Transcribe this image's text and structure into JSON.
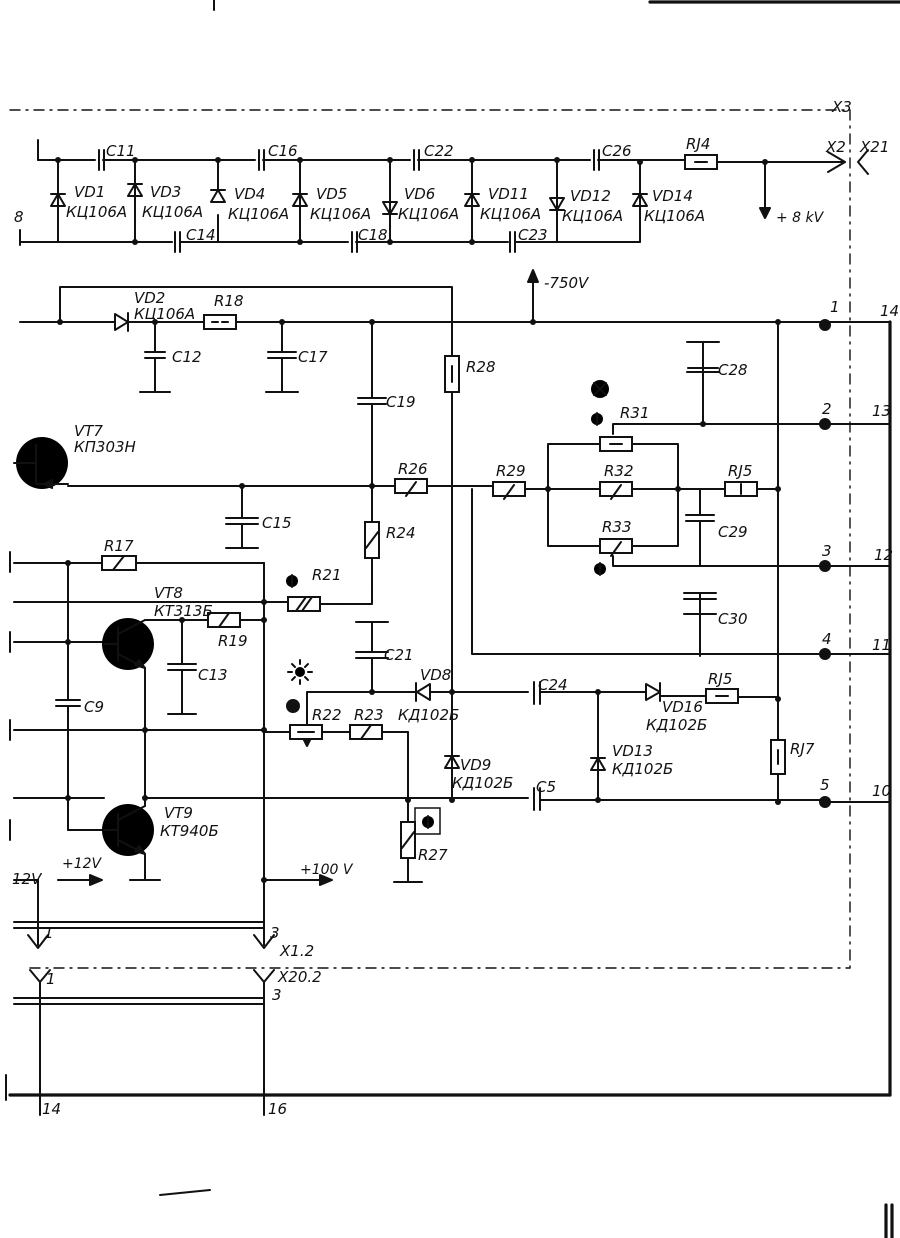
{
  "connectors": {
    "x3": "X3",
    "x2": "X2",
    "x21": "X21",
    "x1_2": "X1.2",
    "x20_2": "X20.2"
  },
  "voltages": {
    "plus_8kv": "+ 8 kV",
    "minus_750v": "-750V",
    "plus_12v": "+12V",
    "left_12v": "12V",
    "plus_100v": "+100 V"
  },
  "diodes": {
    "vd1": "VD1",
    "vd3": "VD3",
    "vd4": "VD4",
    "vd5": "VD5",
    "vd6": "VD6",
    "vd11": "VD11",
    "vd12": "VD12",
    "vd14": "VD14",
    "vd2": "VD2",
    "vd8": "VD8",
    "vd9": "VD9",
    "vd13": "VD13",
    "vd16": "VD16",
    "kc106a": "КЦ106А",
    "kd102b": "КД102Б"
  },
  "capacitors": {
    "c11": "C11",
    "c16": "C16",
    "c22": "C22",
    "c26": "C26",
    "c14": "C14",
    "c18": "C18",
    "c23": "C23",
    "c12": "C12",
    "c17": "C17",
    "c19": "C19",
    "c28": "C28",
    "c15": "C15",
    "c29": "C29",
    "c30": "C30",
    "c13": "C13",
    "c9": "C9",
    "c21": "C21",
    "c24": "C24",
    "c5": "C5"
  },
  "resistors": {
    "r34": "RJ4",
    "r18": "R18",
    "r28": "R28",
    "r31": "R31",
    "r26": "R26",
    "r29": "R29",
    "r32": "R32",
    "r35a": "RJ5",
    "r33": "R33",
    "r24": "R24",
    "r17": "R17",
    "r21": "R21",
    "r19": "R19",
    "r22": "R22",
    "r23": "R23",
    "r35b": "RJ5",
    "r37": "RJ7",
    "r27": "R27"
  },
  "transistors": {
    "vt7": "VT7",
    "vt7_type": "КП303Н",
    "vt8": "VT8",
    "vt8_type": "КТ313Б",
    "vt9": "VT9",
    "vt9_type": "КТ940Б"
  },
  "pins": {
    "p1": "1",
    "p2": "2",
    "p3": "3",
    "p4": "4",
    "p5": "5",
    "p14": "14",
    "p13": "13",
    "p12": "12",
    "p11": "11",
    "p10": "10",
    "left_8": "8",
    "arrow_1": "1",
    "arrow_3": "3",
    "fork_1": "1",
    "fork_3": "3",
    "bottom_14": "14",
    "bottom_16": "16"
  }
}
